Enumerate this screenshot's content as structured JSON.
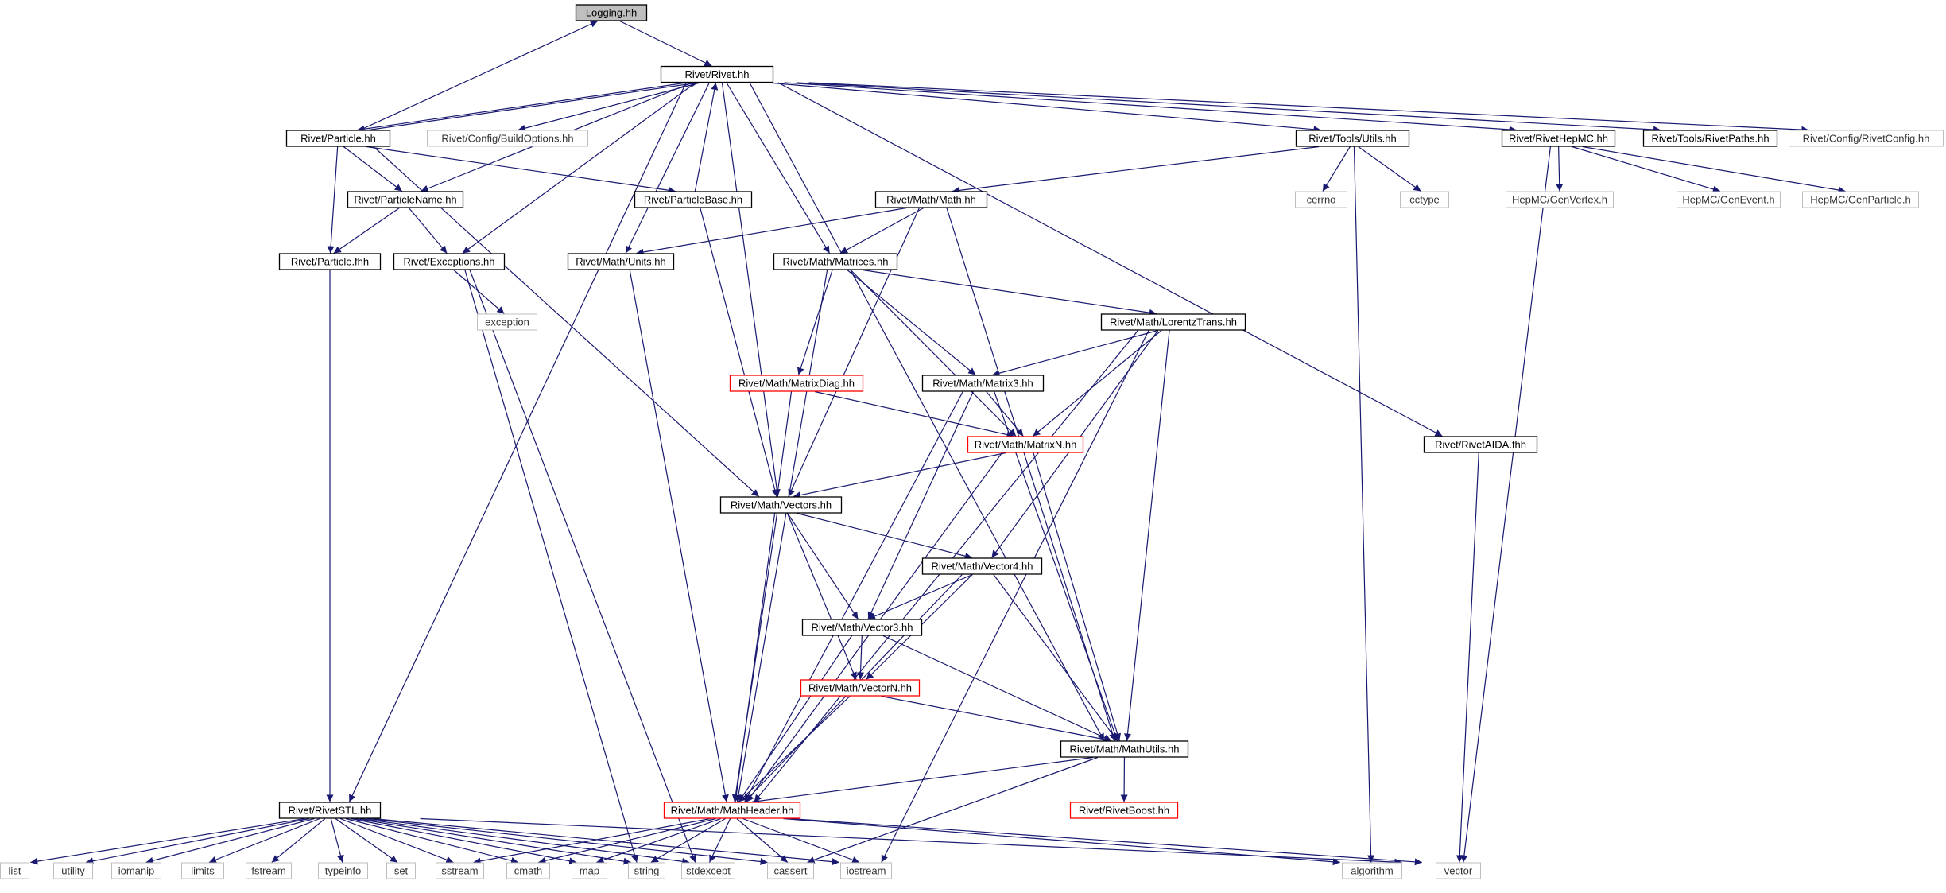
{
  "colors": {
    "edge": "#191970",
    "normal_border": "#000000",
    "external_border": "#bfbfbf",
    "incomplete_border": "#ff0000",
    "root_fill": "#bfbfbf",
    "text": "#000000"
  },
  "nodes": [
    {
      "id": "logging",
      "label": "Logging.hh",
      "kind": "root"
    },
    {
      "id": "rivet",
      "label": "Rivet/Rivet.hh",
      "kind": "normal"
    },
    {
      "id": "particle",
      "label": "Rivet/Particle.hh",
      "kind": "normal"
    },
    {
      "id": "buildopts",
      "label": "Rivet/Config/BuildOptions.hh",
      "kind": "external"
    },
    {
      "id": "toolsutils",
      "label": "Rivet/Tools/Utils.hh",
      "kind": "normal"
    },
    {
      "id": "rivethepmc",
      "label": "Rivet/RivetHepMC.hh",
      "kind": "normal"
    },
    {
      "id": "rivetpaths",
      "label": "Rivet/Tools/RivetPaths.hh",
      "kind": "normal"
    },
    {
      "id": "rivetconfig",
      "label": "Rivet/Config/RivetConfig.hh",
      "kind": "external"
    },
    {
      "id": "particlename",
      "label": "Rivet/ParticleName.hh",
      "kind": "normal"
    },
    {
      "id": "particlebase",
      "label": "Rivet/ParticleBase.hh",
      "kind": "normal"
    },
    {
      "id": "mathmath",
      "label": "Rivet/Math/Math.hh",
      "kind": "normal"
    },
    {
      "id": "cerrno",
      "label": "cerrno",
      "kind": "external"
    },
    {
      "id": "cctype",
      "label": "cctype",
      "kind": "external"
    },
    {
      "id": "genvertex",
      "label": "HepMC/GenVertex.h",
      "kind": "external"
    },
    {
      "id": "genevent",
      "label": "HepMC/GenEvent.h",
      "kind": "external"
    },
    {
      "id": "genparticle",
      "label": "HepMC/GenParticle.h",
      "kind": "external"
    },
    {
      "id": "particlefhh",
      "label": "Rivet/Particle.fhh",
      "kind": "normal"
    },
    {
      "id": "exceptions",
      "label": "Rivet/Exceptions.hh",
      "kind": "normal"
    },
    {
      "id": "units",
      "label": "Rivet/Math/Units.hh",
      "kind": "normal"
    },
    {
      "id": "matrices",
      "label": "Rivet/Math/Matrices.hh",
      "kind": "normal"
    },
    {
      "id": "exception",
      "label": "exception",
      "kind": "external"
    },
    {
      "id": "lorentz",
      "label": "Rivet/Math/LorentzTrans.hh",
      "kind": "normal"
    },
    {
      "id": "matrixdiag",
      "label": "Rivet/Math/MatrixDiag.hh",
      "kind": "incomplete"
    },
    {
      "id": "matrix3",
      "label": "Rivet/Math/Matrix3.hh",
      "kind": "normal"
    },
    {
      "id": "matrixn",
      "label": "Rivet/Math/MatrixN.hh",
      "kind": "incomplete"
    },
    {
      "id": "rivetaida",
      "label": "Rivet/RivetAIDA.fhh",
      "kind": "normal"
    },
    {
      "id": "vectors",
      "label": "Rivet/Math/Vectors.hh",
      "kind": "normal"
    },
    {
      "id": "vector4",
      "label": "Rivet/Math/Vector4.hh",
      "kind": "normal"
    },
    {
      "id": "vector3",
      "label": "Rivet/Math/Vector3.hh",
      "kind": "normal"
    },
    {
      "id": "vectorn",
      "label": "Rivet/Math/VectorN.hh",
      "kind": "incomplete"
    },
    {
      "id": "mathutils",
      "label": "Rivet/Math/MathUtils.hh",
      "kind": "normal"
    },
    {
      "id": "rivetstl",
      "label": "Rivet/RivetSTL.hh",
      "kind": "normal"
    },
    {
      "id": "mathheader",
      "label": "Rivet/Math/MathHeader.hh",
      "kind": "incomplete"
    },
    {
      "id": "rivetboost",
      "label": "Rivet/RivetBoost.hh",
      "kind": "incomplete"
    },
    {
      "id": "list",
      "label": "list",
      "kind": "external"
    },
    {
      "id": "utility",
      "label": "utility",
      "kind": "external"
    },
    {
      "id": "iomanip",
      "label": "iomanip",
      "kind": "external"
    },
    {
      "id": "limits",
      "label": "limits",
      "kind": "external"
    },
    {
      "id": "fstream",
      "label": "fstream",
      "kind": "external"
    },
    {
      "id": "typeinfo",
      "label": "typeinfo",
      "kind": "external"
    },
    {
      "id": "set",
      "label": "set",
      "kind": "external"
    },
    {
      "id": "sstream",
      "label": "sstream",
      "kind": "external"
    },
    {
      "id": "cmath",
      "label": "cmath",
      "kind": "external"
    },
    {
      "id": "map",
      "label": "map",
      "kind": "external"
    },
    {
      "id": "string",
      "label": "string",
      "kind": "external"
    },
    {
      "id": "stdexcept",
      "label": "stdexcept",
      "kind": "external"
    },
    {
      "id": "cassert",
      "label": "cassert",
      "kind": "external"
    },
    {
      "id": "iostream",
      "label": "iostream",
      "kind": "external"
    },
    {
      "id": "algorithm",
      "label": "algorithm",
      "kind": "external"
    },
    {
      "id": "vector",
      "label": "vector",
      "kind": "external"
    }
  ],
  "edges": [
    [
      "logging",
      "rivet"
    ],
    [
      "particle",
      "logging"
    ],
    [
      "rivet",
      "particle"
    ],
    [
      "particle",
      "rivet"
    ],
    [
      "rivet",
      "buildopts"
    ],
    [
      "rivet",
      "toolsutils"
    ],
    [
      "rivet",
      "rivethepmc"
    ],
    [
      "rivet",
      "rivetpaths"
    ],
    [
      "rivet",
      "rivetconfig"
    ],
    [
      "rivet",
      "particlename"
    ],
    [
      "rivet",
      "exceptions"
    ],
    [
      "rivet",
      "units"
    ],
    [
      "rivet",
      "matrices"
    ],
    [
      "rivet",
      "vectors"
    ],
    [
      "rivet",
      "mathutils"
    ],
    [
      "rivet",
      "rivetstl"
    ],
    [
      "rivet",
      "rivetaida"
    ],
    [
      "particlebase",
      "rivet"
    ],
    [
      "particle",
      "particlename"
    ],
    [
      "particle",
      "particlebase"
    ],
    [
      "particle",
      "particlefhh"
    ],
    [
      "particle",
      "vectors"
    ],
    [
      "particlename",
      "particlefhh"
    ],
    [
      "particlename",
      "exceptions"
    ],
    [
      "particlebase",
      "vectors"
    ],
    [
      "particlefhh",
      "rivetstl"
    ],
    [
      "exceptions",
      "exception"
    ],
    [
      "exceptions",
      "stdexcept"
    ],
    [
      "exceptions",
      "string"
    ],
    [
      "toolsutils",
      "mathmath"
    ],
    [
      "toolsutils",
      "cerrno"
    ],
    [
      "toolsutils",
      "cctype"
    ],
    [
      "toolsutils",
      "algorithm"
    ],
    [
      "rivethepmc",
      "genvertex"
    ],
    [
      "rivethepmc",
      "genevent"
    ],
    [
      "rivethepmc",
      "genparticle"
    ],
    [
      "rivethepmc",
      "vector"
    ],
    [
      "mathmath",
      "units"
    ],
    [
      "mathmath",
      "matrices"
    ],
    [
      "mathmath",
      "vectors"
    ],
    [
      "mathmath",
      "mathutils"
    ],
    [
      "units",
      "mathheader"
    ],
    [
      "matrices",
      "lorentz"
    ],
    [
      "matrices",
      "matrixdiag"
    ],
    [
      "matrices",
      "matrix3"
    ],
    [
      "matrices",
      "matrixn"
    ],
    [
      "matrices",
      "mathheader"
    ],
    [
      "lorentz",
      "matrix3"
    ],
    [
      "lorentz",
      "matrixn"
    ],
    [
      "lorentz",
      "vector4"
    ],
    [
      "lorentz",
      "mathutils"
    ],
    [
      "lorentz",
      "mathheader"
    ],
    [
      "lorentz",
      "iostream"
    ],
    [
      "matrixdiag",
      "matrixn"
    ],
    [
      "matrixdiag",
      "mathheader"
    ],
    [
      "matrix3",
      "matrixn"
    ],
    [
      "matrix3",
      "vector3"
    ],
    [
      "matrix3",
      "mathutils"
    ],
    [
      "matrix3",
      "mathheader"
    ],
    [
      "matrixn",
      "vectors"
    ],
    [
      "matrixn",
      "mathutils"
    ],
    [
      "matrixn",
      "mathheader"
    ],
    [
      "vectors",
      "vector4"
    ],
    [
      "vectors",
      "vector3"
    ],
    [
      "vectors",
      "vectorn"
    ],
    [
      "vectors",
      "mathheader"
    ],
    [
      "vector4",
      "vector3"
    ],
    [
      "vector4",
      "vectorn"
    ],
    [
      "vector4",
      "mathutils"
    ],
    [
      "vector4",
      "mathheader"
    ],
    [
      "vector3",
      "vectorn"
    ],
    [
      "vector3",
      "mathutils"
    ],
    [
      "vector3",
      "mathheader"
    ],
    [
      "vectorn",
      "mathutils"
    ],
    [
      "vectorn",
      "mathheader"
    ],
    [
      "mathutils",
      "mathheader"
    ],
    [
      "mathutils",
      "rivetboost"
    ],
    [
      "mathutils",
      "cassert"
    ],
    [
      "rivetaida",
      "vector"
    ],
    [
      "rivetstl",
      "list"
    ],
    [
      "rivetstl",
      "utility"
    ],
    [
      "rivetstl",
      "iomanip"
    ],
    [
      "rivetstl",
      "limits"
    ],
    [
      "rivetstl",
      "fstream"
    ],
    [
      "rivetstl",
      "typeinfo"
    ],
    [
      "rivetstl",
      "set"
    ],
    [
      "rivetstl",
      "sstream"
    ],
    [
      "rivetstl",
      "cmath"
    ],
    [
      "rivetstl",
      "map"
    ],
    [
      "rivetstl",
      "string"
    ],
    [
      "rivetstl",
      "stdexcept"
    ],
    [
      "rivetstl",
      "cassert"
    ],
    [
      "rivetstl",
      "iostream"
    ],
    [
      "rivetstl",
      "vector"
    ],
    [
      "mathheader",
      "sstream"
    ],
    [
      "mathheader",
      "cmath"
    ],
    [
      "mathheader",
      "map"
    ],
    [
      "mathheader",
      "string"
    ],
    [
      "mathheader",
      "stdexcept"
    ],
    [
      "mathheader",
      "cassert"
    ],
    [
      "mathheader",
      "iostream"
    ],
    [
      "mathheader",
      "algorithm"
    ],
    [
      "mathheader",
      "vector"
    ]
  ]
}
